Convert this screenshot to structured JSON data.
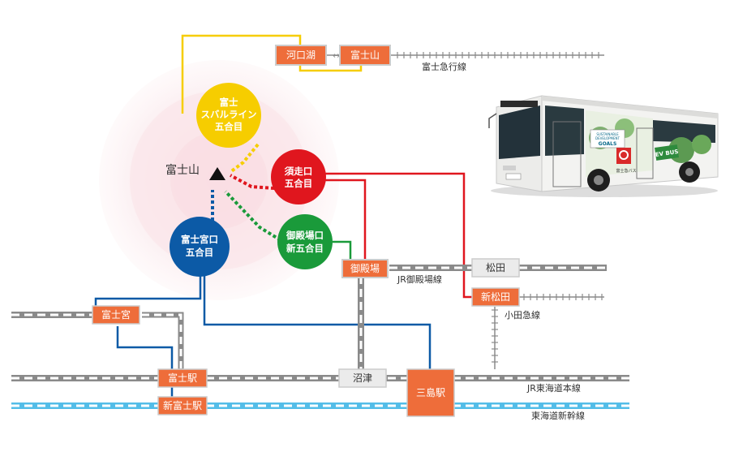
{
  "peak": {
    "name": "富士山"
  },
  "trailheads": {
    "subaru": [
      "富士",
      "スバルライン",
      "五合目"
    ],
    "subashiri": [
      "須走口",
      "五合目"
    ],
    "fujinomiya": [
      "富士宮口",
      "五合目"
    ],
    "gotemba": [
      "御殿場口",
      "新五合目"
    ]
  },
  "stations": {
    "kawaguchiko": "河口湖",
    "fujisan": "富士山",
    "gotemba": "御殿場",
    "matsuda": "松田",
    "shinmatsuda": "新松田",
    "fujinomiya": "富士宮",
    "fuji": "富士駅",
    "shinfuji": "新富士駅",
    "numazu": "沼津",
    "mishima": "三島駅"
  },
  "lines": {
    "fujikyuko": "富士急行線",
    "gotemba": "JR御殿場線",
    "odakyu": "小田急線",
    "tokaido": "JR東海道本線",
    "shinkansen": "東海道新幹線"
  },
  "bus": {
    "logo_text": "EV BUS",
    "sdg_text": [
      "SUSTAINABLE",
      "DEVELOPMENT",
      "GOALS"
    ],
    "operator": "富士急バス"
  },
  "colors": {
    "red": "#e0161e",
    "yellow": "#f6cd00",
    "green": "#1a9a3a",
    "blue": "#0c5aa6",
    "orange": "#ee6d3a",
    "rail_gray": "#8a8a8a",
    "shinkansen_blue": "#53bde8"
  }
}
